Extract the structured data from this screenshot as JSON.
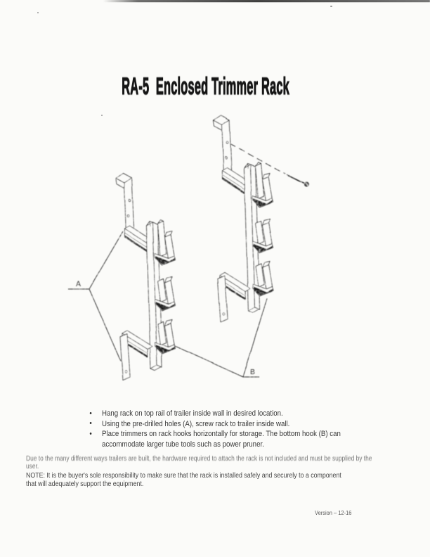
{
  "page": {
    "title": "RA-5  Enclosed Trimmer Rack",
    "version": "Version – 12-16"
  },
  "instructions": {
    "bullets": [
      "Hang rack on top rail of trailer inside wall in desired location.",
      "Using the pre-drilled holes (A), screw rack to trailer inside wall.",
      "Place trimmers on rack hooks horizontally for storage. The bottom hook (B) can accommodate larger tube tools such as power pruner."
    ],
    "disclaimer": "Due to the many different ways trailers are built, the hardware required to attach the rack is not included and must be supplied by the user.",
    "note": "NOTE: It is the buyer's sole responsibility to make sure that the rack is installed safely and securely to a component that will adequately support the equipment."
  },
  "diagram": {
    "label_a": "A",
    "label_b": "B",
    "ink_color": "#2a2a2a"
  }
}
